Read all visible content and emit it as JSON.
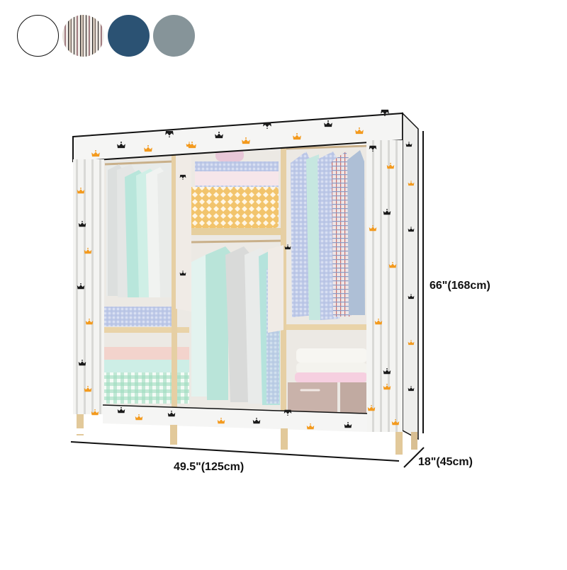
{
  "swatches": [
    {
      "name": "white",
      "color": "#ffffff"
    },
    {
      "name": "stripe",
      "color": "#a27d82"
    },
    {
      "name": "navy-blue",
      "color": "#2b5273"
    },
    {
      "name": "grey",
      "color": "#869499"
    }
  ],
  "product": {
    "type": "fabric-wardrobe",
    "pattern": "crowns",
    "pattern_colors": {
      "orange": "#f39a1e",
      "black": "#1a1a1a",
      "fabric": "#f2f2f0",
      "wood": "#e2c99a"
    }
  },
  "dimensions": {
    "height": "66\"(168cm)",
    "width": "49.5\"(125cm)",
    "depth": "18\"(45cm)"
  }
}
